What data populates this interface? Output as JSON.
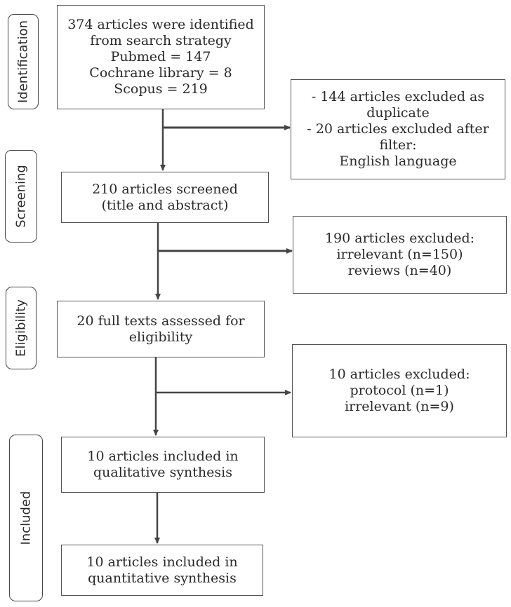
{
  "stages": {
    "identification": "Identification",
    "screening": "Screening",
    "eligibility": "Eligibility",
    "included": "Included"
  },
  "boxes": {
    "identified": [
      "374 articles were identified",
      "from search strategy",
      "Pubmed = 147",
      "Cochrane library = 8",
      "Scopus = 219"
    ],
    "excluded_duplicates": [
      "-  144 articles excluded as",
      "duplicate",
      "- 20 articles excluded after",
      "filter:",
      "English language"
    ],
    "screened": [
      "210 articles screened",
      "(title and abstract)"
    ],
    "excluded_screening": [
      "190 articles excluded:",
      "irrelevant (n=150)",
      "reviews (n=40)"
    ],
    "full_texts": [
      "20 full texts assessed for",
      "eligibility"
    ],
    "excluded_eligibility": [
      "10 articles excluded:",
      "protocol (n=1)",
      "irrelevant (n=9)"
    ],
    "qualitative": [
      "10 articles included in",
      "qualitative synthesis"
    ],
    "quantitative": [
      "10 articles included in",
      "quantitative synthesis"
    ]
  }
}
